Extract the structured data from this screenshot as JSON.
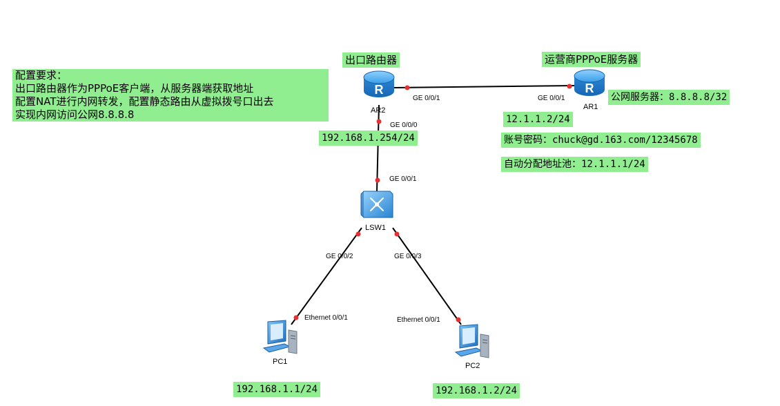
{
  "note": {
    "lines": [
      "配置要求：",
      "出口路由器作为PPPoE客户端，从服务器端获取地址",
      "配置NAT进行内网转发，配置静态路由从虚拟拨号口出去",
      "实现内网访问公网8.8.8.8"
    ]
  },
  "labels": {
    "exit_router": "出口路由器",
    "isp_server": "运营商PPPoE服务器",
    "public_server": "公网服务器：8.8.8.8/32",
    "ar1_ip": "12.1.1.2/24",
    "account": "账号密码：chuck@gd.163.com/12345678",
    "pool": "自动分配地址池：12.1.1.1/24",
    "ar2_lan_ip": "192.168.1.254/24",
    "pc1_ip": "192.168.1.1/24",
    "pc2_ip": "192.168.1.2/24"
  },
  "devices": {
    "ar2": "AR2",
    "ar1": "AR1",
    "lsw1": "LSW1",
    "pc1": "PC1",
    "pc2": "PC2"
  },
  "ports": {
    "ar2_ge001": "GE 0/0/1",
    "ar1_ge001": "GE 0/0/1",
    "ar2_ge000": "GE 0/0/0",
    "lsw1_ge001": "GE 0/0/1",
    "lsw1_ge002": "GE 0/0/2",
    "lsw1_ge003": "GE 0/0/3",
    "pc1_eth": "Ethernet 0/0/1",
    "pc2_eth": "Ethernet 0/0/1"
  },
  "colors": {
    "label_bg": "#90ee90",
    "port_dot": "#e83030",
    "router": "#2f8fd8",
    "link": "#000000"
  },
  "icons": [
    "router-icon",
    "switch-icon",
    "pc-icon"
  ]
}
